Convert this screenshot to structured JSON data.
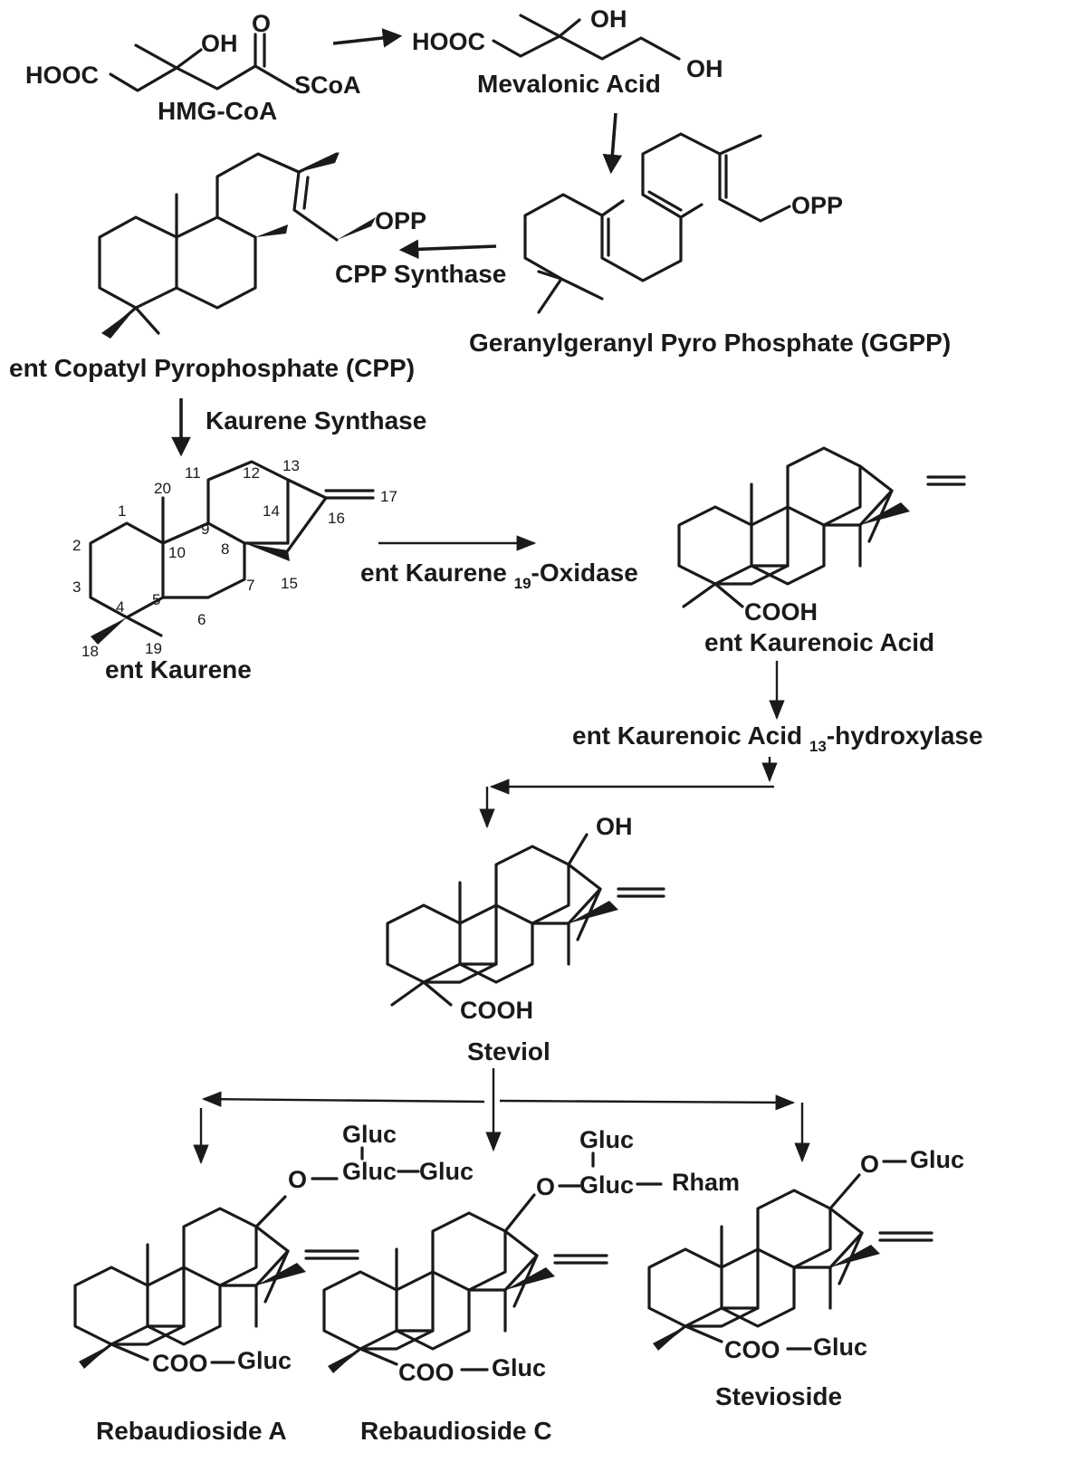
{
  "labels": {
    "hmg_coa": "HMG-CoA",
    "mevalonic": "Mevalonic Acid",
    "ggpp": "Geranylgeranyl Pyro Phosphate (GGPP)",
    "cpp_synthase": "CPP Synthase",
    "cpp": "ent Copatyl Pyrophosphate (CPP)",
    "kaurene_synthase": "Kaurene Synthase",
    "ent_kaurene": "ent Kaurene",
    "oxidase_main": "ent Kaurene ",
    "oxidase_sub": "19",
    "oxidase_tail": "-Oxidase",
    "kaurenoic": "ent Kaurenoic Acid",
    "hydroxylase_main": "ent Kaurenoic Acid ",
    "hydroxylase_sub": "13",
    "hydroxylase_tail": "-hydroxylase",
    "steviol": "Steviol",
    "reb_a": "Rebaudioside A",
    "reb_c": "Rebaudioside C",
    "stevioside": "Stevioside"
  },
  "atoms": {
    "hooc": "HOOC",
    "oh": "OH",
    "o": "O",
    "scoa": "SCoA",
    "opp": "OPP",
    "cooh": "COOH",
    "coo": "COO",
    "gluc": "Gluc",
    "rham": "Rham"
  },
  "numbering": [
    "1",
    "2",
    "3",
    "4",
    "5",
    "6",
    "7",
    "8",
    "9",
    "10",
    "11",
    "12",
    "13",
    "14",
    "15",
    "16",
    "17",
    "18",
    "19",
    "20"
  ]
}
